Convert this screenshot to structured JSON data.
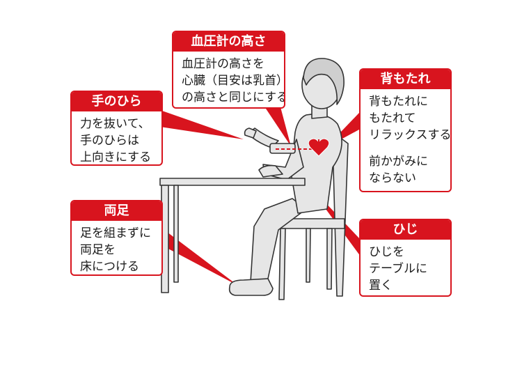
{
  "colors": {
    "accent": "#d8141e",
    "line": "#333333",
    "fill": "#e6e6e6",
    "heart": "#d8141e"
  },
  "callouts": {
    "cuff": {
      "title": "血圧計の高さ",
      "lines": [
        "血圧計の高さを",
        "心臓（目安は乳首）",
        "の高さと同じにする"
      ]
    },
    "palm": {
      "title": "手のひら",
      "lines": [
        "力を抜いて、",
        "手のひらは",
        "上向きにする"
      ]
    },
    "back": {
      "title": "背もたれ",
      "lines": [
        "背もたれに",
        "もたれて",
        "リラックスする"
      ],
      "lines2": [
        "前かがみに",
        "ならない"
      ]
    },
    "feet": {
      "title": "両足",
      "lines": [
        "足を組まずに",
        "両足を",
        "床につける"
      ]
    },
    "elbow": {
      "title": "ひじ",
      "lines": [
        "ひじを",
        "テーブルに",
        "置く"
      ]
    }
  },
  "icons": [
    "heart-icon"
  ]
}
